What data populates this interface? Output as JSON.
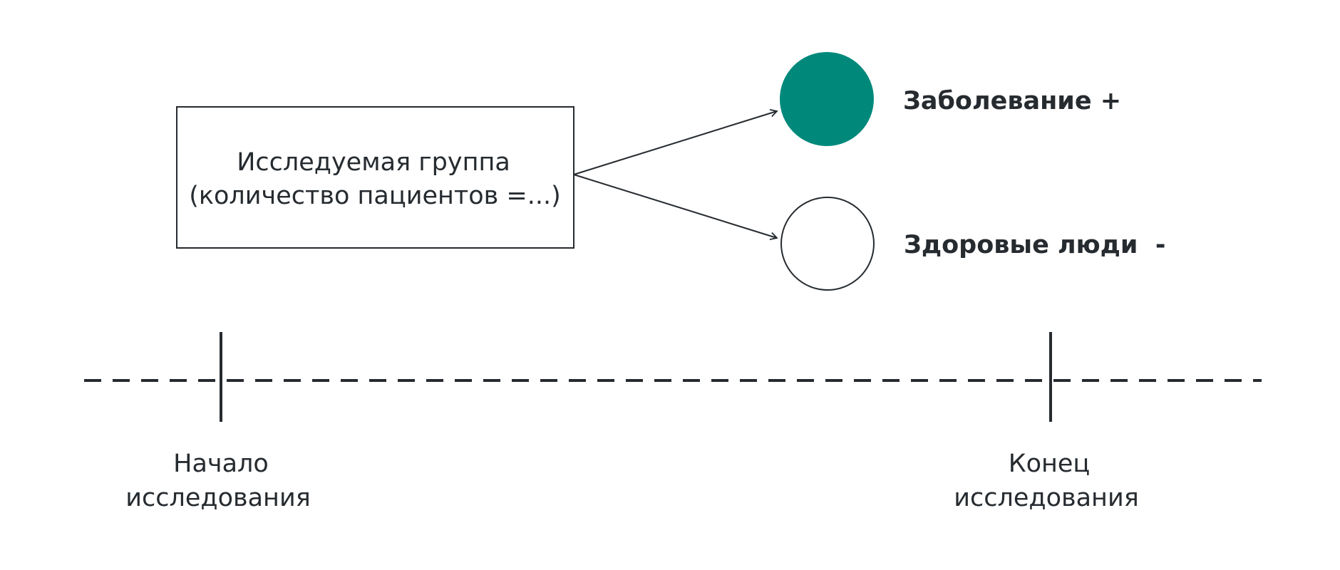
{
  "study_group": {
    "line1": "Исследуемая группа",
    "line2": "(количество пациентов =...)"
  },
  "outcomes": {
    "disease": {
      "label": "Заболевание +",
      "color": "#00897b"
    },
    "healthy": {
      "label": "Здоровые люди  -",
      "color": "#ffffff"
    }
  },
  "timeline": {
    "start": {
      "line1": "Начало",
      "line2": "исследования"
    },
    "end": {
      "line1": "Конец",
      "line2": "исследования"
    }
  },
  "colors": {
    "ink": "#262b30",
    "accent": "#00897b"
  }
}
